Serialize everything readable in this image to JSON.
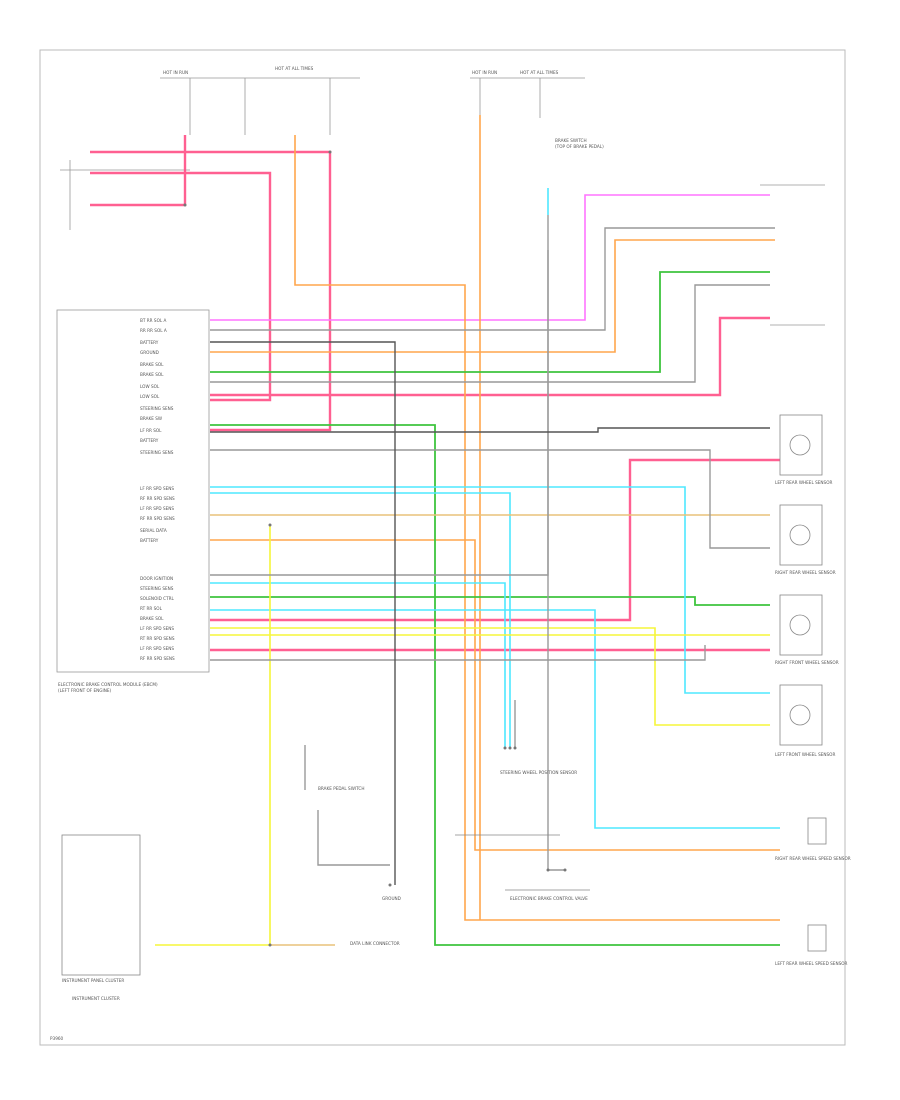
{
  "colors": {
    "pink": "#ff4f86",
    "magenta": "#ff74ff",
    "orange": "#ffa64d",
    "green": "#3ec43e",
    "cyan": "#4ee8ff",
    "yellow": "#f5f53a",
    "gray": "#999999",
    "dark": "#555555",
    "tan": "#e8c27a",
    "blue": "#5aa8ff"
  },
  "labels": {
    "ebcm_left_pins": [
      "BT RR SOL A",
      "RR RR SOL A",
      "BATTERY",
      "GROUND",
      "BRAKE SOL",
      "BRAKE SOL",
      "LOW SOL",
      "LOW SOL",
      "STEERING SENS",
      "BRAKE SW",
      "LF RR SOL",
      "BATTERY",
      "STEERING SENS",
      "LF RR SPD SENS",
      "RF RR SPD SENS",
      "LF RR SPD SENS",
      "RF RR SPD SENS",
      "SERIAL DATA",
      "BATTERY",
      "DOOR IGNITION",
      "STEERING SENS",
      "SOLENOID CTRL",
      "RT RR SOL",
      "BRAKE SOL",
      "LF RR SPD SENS",
      "RT RR SPD SENS",
      "LF RR SPD SENS",
      "RF RR SPD SENS"
    ],
    "ebcm_title": "ELECTRONIC BRAKE CONTROL MODULE (EBCM)",
    "ebcm_sub": "(LEFT FRONT OF ENGINE)",
    "top_fuse_1": "HOT IN RUN",
    "top_fuse_2": "HOT AT ALL TIMES",
    "top_fuse_3": "HOT IN RUN",
    "top_fuse_4": "HOT AT ALL TIMES",
    "brake_switch_1": "BRAKE SWITCH",
    "brake_switch_2": "(TOP OF BRAKE PEDAL)",
    "brake_pedal_switch": "BRAKE PEDAL SWITCH",
    "ground_label": "GROUND",
    "left_rear_sensor": "LEFT REAR WHEEL SENSOR",
    "right_rear_sensor": "RIGHT REAR WHEEL SENSOR",
    "right_front_sensor": "RIGHT FRONT WHEEL SENSOR",
    "left_front_sensor": "LEFT FRONT WHEEL SENSOR",
    "steering_wheel": "STEERING WHEEL POSITION SENSOR",
    "right_rear_wheel": "RIGHT REAR WHEEL SPEED SENSOR",
    "left_rear_wheel": "LEFT REAR WHEEL SPEED SENSOR",
    "instrument_panel": "INSTRUMENT PANEL CLUSTER",
    "data_link": "DATA LINK CONNECTOR",
    "ebcm_valve": "ELECTRONIC BRAKE CONTROL VALVE",
    "cluster_sub": "INSTRUMENT CLUSTER",
    "page_code": "P3960"
  }
}
